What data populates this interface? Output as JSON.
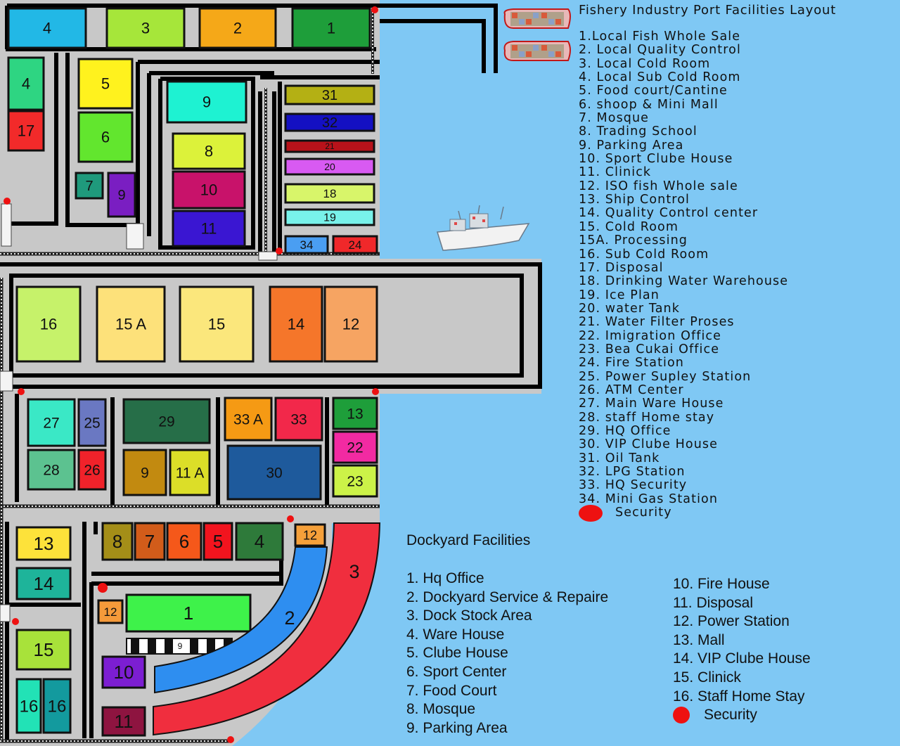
{
  "port_title": "Fishery Industry Port Facilities Layout",
  "port_legend": [
    "1.Local Fish Whole Sale",
    "2. Local Quality Control",
    "3. Local Cold Room",
    "4. Local Sub Cold Room",
    "5. Food court/Cantine",
    "6. shoop & Mini Mall",
    "7. Mosque",
    "8. Trading School",
    "9. Parking Area",
    "10. Sport Clube House",
    "11. Clinick",
    "12. ISO fish Whole sale",
    "13. Ship Control",
    "14. Quality Control center",
    "15. Cold Room",
    "15A. Processing",
    "16. Sub Cold Room",
    "17. Disposal",
    "18. Drinking Water Warehouse",
    "19. Ice Plan",
    "20. water Tank",
    "21. Water Filter Proses",
    "22. Imigration Office",
    "23. Bea Cukai Office",
    "24. Fire Station",
    "25. Power Supley Station",
    "26. ATM Center",
    "27. Main Ware House",
    "28. staff Home stay",
    "29. HQ Office",
    "30. VIP Clube House",
    "31. Oil Tank",
    "32. LPG Station",
    "33. HQ Security",
    "34. Mini Gas Station"
  ],
  "port_security_label": "Security",
  "dock_title": "Dockyard Facilities",
  "dock_legend_a": [
    "1. Hq Office",
    "2. Dockyard Service & Repaire",
    "3. Dock Stock Area",
    "4. Ware House",
    "5. Clube House",
    "6. Sport Center",
    "7. Food Court",
    "8. Mosque",
    "9. Parking Area"
  ],
  "dock_legend_b": [
    "10. Fire House",
    "11. Disposal",
    "12. Power Station",
    "13. Mall",
    "14. VIP Clube House",
    "15. Clinick",
    "16. Staff Home Stay"
  ],
  "dock_security_label": "Security",
  "colors": {
    "sea": "#7fc8f4",
    "land": "#c8c8c8",
    "road": "#000000",
    "security": "#ee1111"
  },
  "buildings": [
    {
      "label": "4",
      "color": "#22b8e6"
    },
    {
      "label": "3",
      "color": "#a6e63a"
    },
    {
      "label": "2",
      "color": "#f5a818"
    },
    {
      "label": "1",
      "color": "#1e9e3a"
    },
    {
      "label": "4",
      "color": "#2ed582"
    },
    {
      "label": "17",
      "color": "#f22a2a"
    },
    {
      "label": "5",
      "color": "#fff21e"
    },
    {
      "label": "6",
      "color": "#62e62e"
    },
    {
      "label": "7",
      "color": "#1f9a7c"
    },
    {
      "label": "9",
      "color": "#7a1ec2"
    },
    {
      "label": "9",
      "color": "#1ef2d2"
    },
    {
      "label": "8",
      "color": "#dcf23a"
    },
    {
      "label": "10",
      "color": "#c8126a"
    },
    {
      "label": "11",
      "color": "#3a16d2"
    },
    {
      "label": "31",
      "color": "#b4b014"
    },
    {
      "label": "32",
      "color": "#1410c2"
    },
    {
      "label": "21",
      "color": "#b8121a"
    },
    {
      "label": "20",
      "color": "#d85af2"
    },
    {
      "label": "18",
      "color": "#d8f56a"
    },
    {
      "label": "19",
      "color": "#78f2ea"
    },
    {
      "label": "34",
      "color": "#4a9ef2"
    },
    {
      "label": "24",
      "color": "#f0282a"
    },
    {
      "label": "16",
      "color": "#c6f26a"
    },
    {
      "label": "15 A",
      "color": "#fde17a"
    },
    {
      "label": "15",
      "color": "#fbe77c"
    },
    {
      "label": "14",
      "color": "#f5762a"
    },
    {
      "label": "12",
      "color": "#f6a462"
    },
    {
      "label": "27",
      "color": "#3ae8c6"
    },
    {
      "label": "25",
      "color": "#6a78c2"
    },
    {
      "label": "28",
      "color": "#5cc290"
    },
    {
      "label": "26",
      "color": "#f0222a"
    },
    {
      "label": "29",
      "color": "#266e48"
    },
    {
      "label": "9",
      "color": "#c28a10"
    },
    {
      "label": "11 A",
      "color": "#dcde28"
    },
    {
      "label": "33 A",
      "color": "#f59a14"
    },
    {
      "label": "33",
      "color": "#f2284a"
    },
    {
      "label": "30",
      "color": "#1e5a9c"
    },
    {
      "label": "13",
      "color": "#1e9e3a"
    },
    {
      "label": "22",
      "color": "#f22aa2"
    },
    {
      "label": "23",
      "color": "#ccf248"
    },
    {
      "label": "8",
      "color": "#a48e18"
    },
    {
      "label": "7",
      "color": "#d25c1a"
    },
    {
      "label": "6",
      "color": "#f5581a"
    },
    {
      "label": "5",
      "color": "#f2141e"
    },
    {
      "label": "4",
      "color": "#2e7a3a"
    },
    {
      "label": "12",
      "color": "#f5a03a"
    },
    {
      "label": "13",
      "color": "#fde23a"
    },
    {
      "label": "14",
      "color": "#1eb49a"
    },
    {
      "label": "12",
      "color": "#f59a3a"
    },
    {
      "label": "1",
      "color": "#3ef24a"
    },
    {
      "label": "10",
      "color": "#7c1ed2"
    },
    {
      "label": "15",
      "color": "#a8e23a"
    },
    {
      "label": "16",
      "color": "#22e2b6"
    },
    {
      "label": "16",
      "color": "#139a9e"
    },
    {
      "label": "11",
      "color": "#8e1440"
    }
  ],
  "dock_zones": [
    {
      "label": "2",
      "color": "#2e8ef0"
    },
    {
      "label": "3",
      "color": "#f02e3e"
    }
  ],
  "parking_label": "9"
}
